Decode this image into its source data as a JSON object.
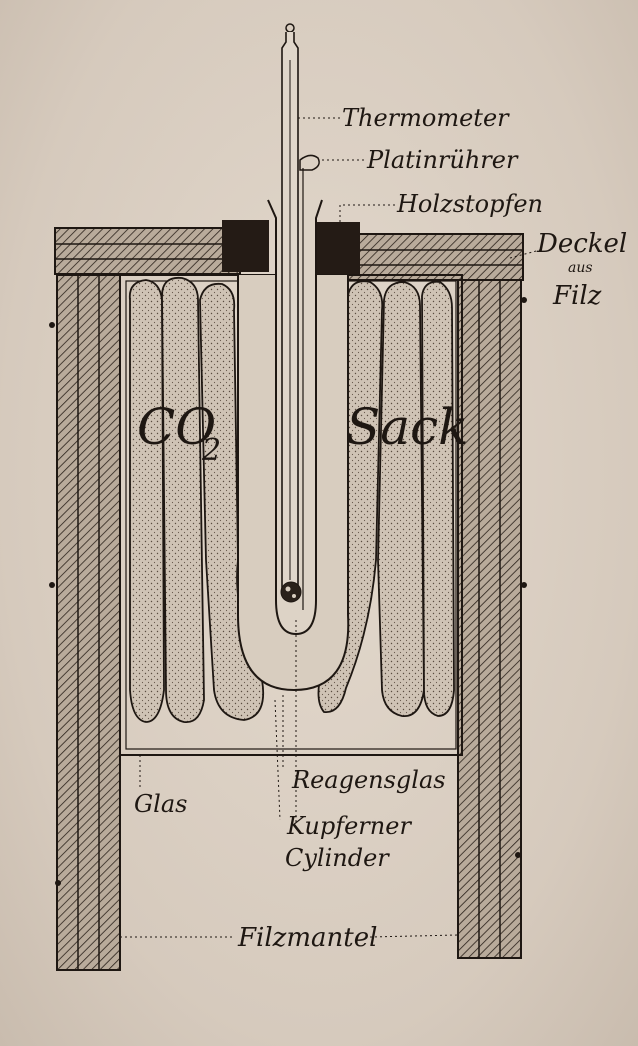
{
  "labels": {
    "thermometer": "Thermometer",
    "stirrer": "Platinrührer",
    "stopper": "Holzstopfen",
    "lid_line1": "Deckel",
    "lid_line2": "aus",
    "lid_line3": "Filz",
    "co2_main": "CO",
    "co2_sub": "2",
    "sack": "Sack",
    "glass": "Glas",
    "test_tube": "Reagensglas",
    "cylinder_line1": "Kupferner",
    "cylinder_line2": "Cylinder",
    "felt_jacket": "Filzmantel"
  },
  "colors": {
    "ink": "#1e1712",
    "paper": "#d9cfc3",
    "bag_fill": "#cbbfb1"
  }
}
